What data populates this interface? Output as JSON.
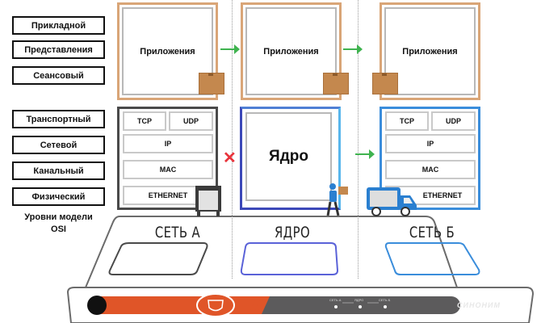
{
  "osi": {
    "layers": [
      "Прикладной",
      "Представления",
      "Сеансовый",
      "Транспортный",
      "Сетевой",
      "Канальный",
      "Физический"
    ],
    "caption_line1": "Уровни модели",
    "caption_line2": "OSI"
  },
  "columns": {
    "network_a": {
      "app_label": "Приложения",
      "cells": {
        "tcp": "TCP",
        "udp": "UDP",
        "ip": "IP",
        "mac": "MAC",
        "ethernet": "ETHERNET"
      },
      "base_label": "СЕТЬ А"
    },
    "core": {
      "app_label": "Приложения",
      "core_label": "Ядро",
      "base_label": "ЯДРО"
    },
    "network_b": {
      "app_label": "Приложения",
      "cells": {
        "tcp": "TCP",
        "udp": "UDP",
        "ip": "IP",
        "mac": "MAC",
        "ethernet": "ETHERNET"
      },
      "base_label": "СЕТЬ Б"
    }
  },
  "device": {
    "brand": "СИНОНИМ",
    "leds": [
      "СЕТЬ А",
      "ЯДРО",
      "СЕТЬ Б"
    ]
  },
  "colors": {
    "app_border": "#d9a577",
    "package": "#c4884e",
    "arrow": "#3fb34f",
    "blocked": "#e8333b",
    "network_b_border": "#3a8ddb",
    "core_border": "#3c48b8",
    "stripe_orange": "#e05528",
    "stripe_gray": "#5c5b5c"
  }
}
